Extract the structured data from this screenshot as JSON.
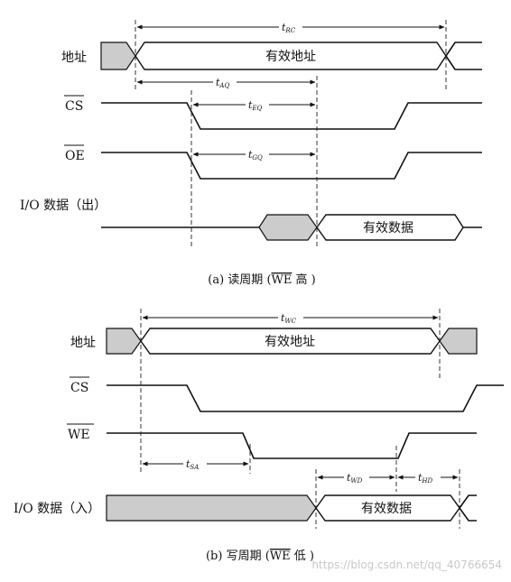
{
  "read": {
    "label_addr": "地址",
    "label_cs": "CS",
    "label_oe": "OE",
    "label_io": "I/O 数据（出）",
    "addr_text": "有效地址",
    "data_text": "有效数据",
    "t_rc": {
      "t": "t",
      "sub": "RC"
    },
    "t_aq": {
      "t": "t",
      "sub": "AQ"
    },
    "t_eq": {
      "t": "t",
      "sub": "EQ"
    },
    "t_gq": {
      "t": "t",
      "sub": "GQ"
    },
    "caption_pre": "(a) 读周期 (",
    "caption_we": "WE",
    "caption_post": " 高 )"
  },
  "write": {
    "label_addr": "地址",
    "label_cs": "CS",
    "label_we": "WE",
    "label_io": "I/O 数据（入）",
    "addr_text": "有效地址",
    "data_text": "有效数据",
    "t_wc": {
      "t": "t",
      "sub": "WC"
    },
    "t_sa": {
      "t": "t",
      "sub": "SA"
    },
    "t_wd": {
      "t": "t",
      "sub": "WD"
    },
    "t_hd": {
      "t": "t",
      "sub": "HD"
    },
    "caption_pre": "(b) 写周期 (",
    "caption_we": "WE",
    "caption_post": " 低 )"
  },
  "watermark": "https://blog.csdn.net/qq_40766654"
}
